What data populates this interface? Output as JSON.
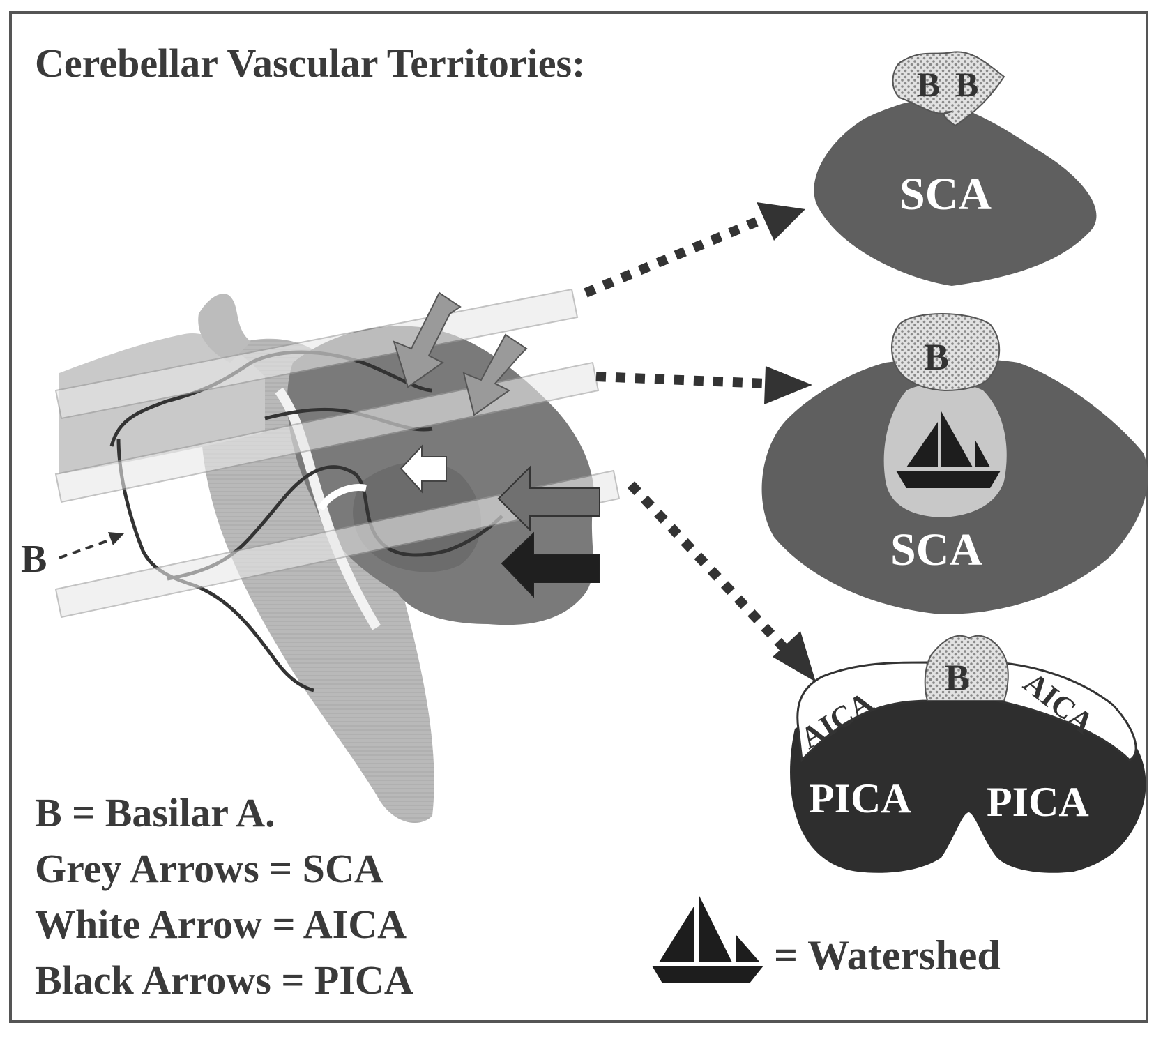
{
  "title": "Cerebellar Vascular Territories:",
  "side_label_b": "B",
  "legend": {
    "basilar": "B = Basilar A.",
    "grey": "Grey Arrows = SCA",
    "white": "White Arrow = AICA",
    "black": "Black Arrows = PICA",
    "watershed": "= Watershed"
  },
  "sections": {
    "top": {
      "b_left": "B",
      "b_right": "B",
      "sca": "SCA"
    },
    "middle": {
      "b": "B",
      "sca": "SCA"
    },
    "bottom": {
      "b": "B",
      "aica_left": "AICA",
      "aica_right": "AICA",
      "pica_left": "PICA",
      "pica_right": "PICA"
    }
  },
  "colors": {
    "sca": "#5f5f5f",
    "pica": "#2e2e2e",
    "basilar_fill": "#dcdcdc",
    "watershed_zone": "#c8c8c8",
    "arrow_dots": "#333333",
    "frame": "#555555"
  }
}
